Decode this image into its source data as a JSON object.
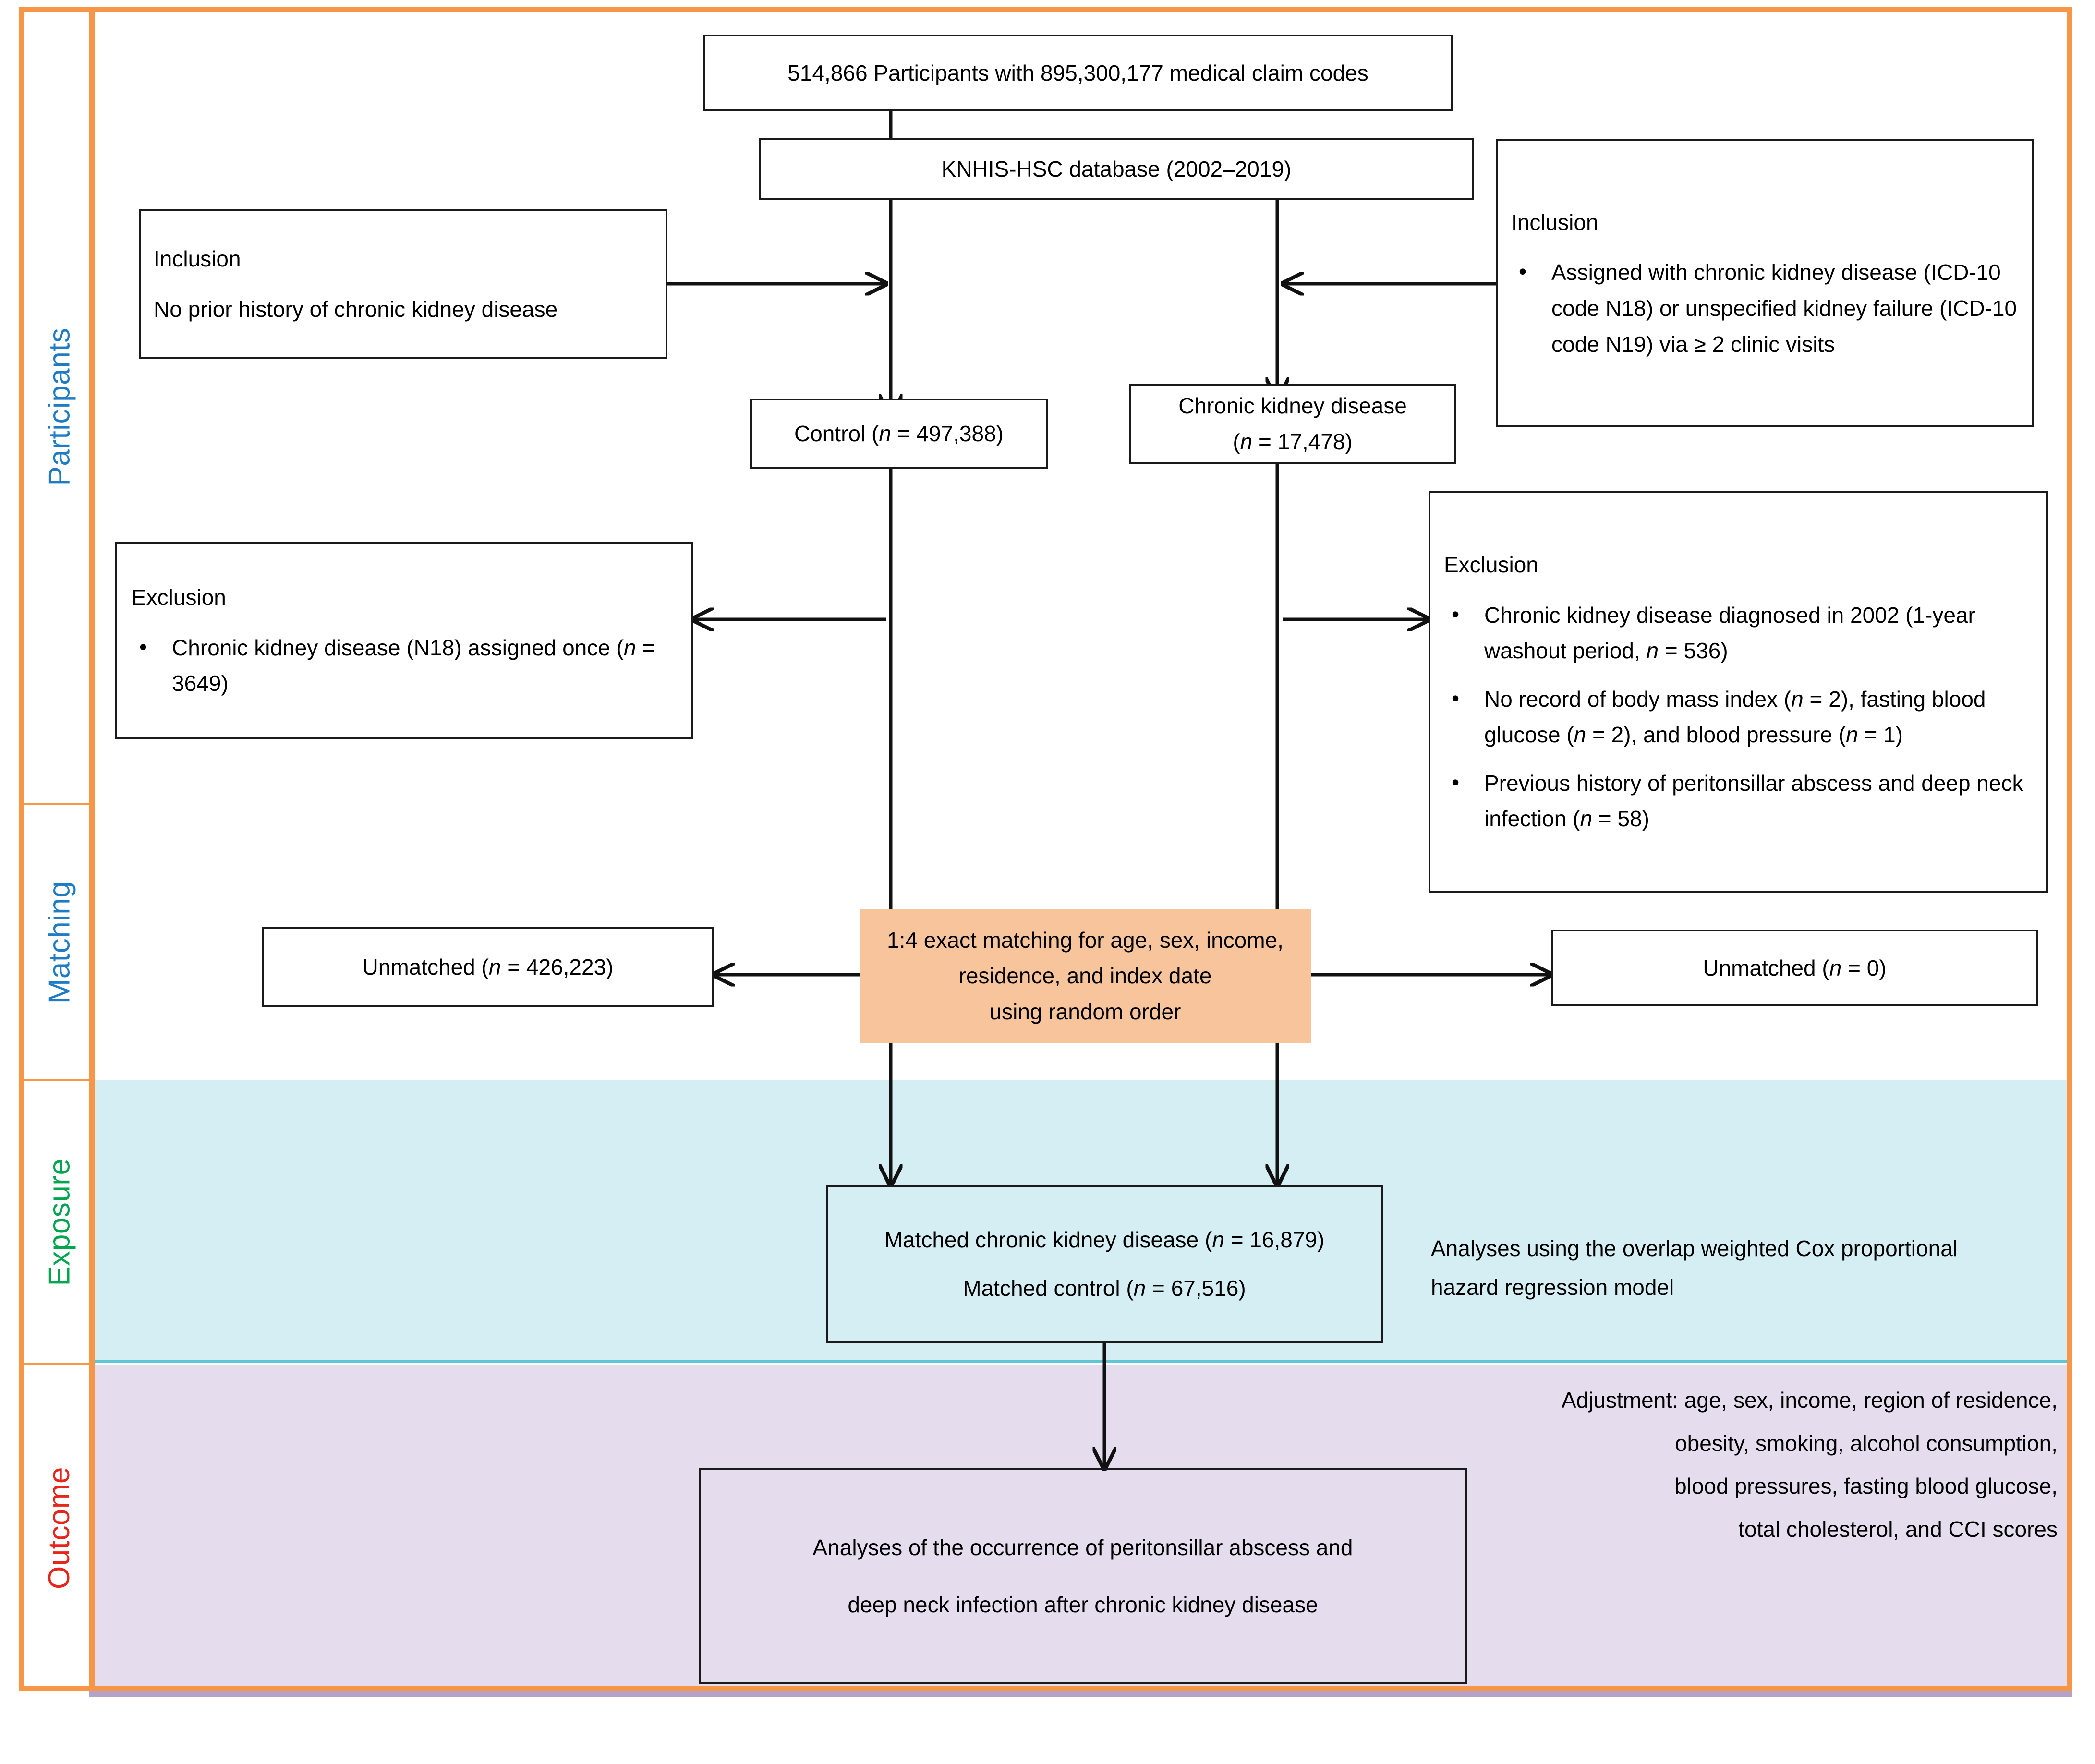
{
  "colors": {
    "frame": "#f79646",
    "exposure_band": "#d4eef3",
    "outcome_band": "#e5dced",
    "match_box": "#f7c49b",
    "rail_participants": "#1f7cc4",
    "rail_matching": "#1f7cc4",
    "rail_exposure": "#00a550",
    "rail_outcome": "#e8251b"
  },
  "rail": {
    "participants": "Participants",
    "matching": "Matching",
    "exposure": "Exposure",
    "outcome": "Outcome"
  },
  "nodes": {
    "source": "514,866 Participants with 895,300,177 medical claim codes",
    "database": "KNHIS-HSC database (2002–2019)",
    "inclusion_left": {
      "header": "Inclusion",
      "body": "No prior history of chronic kidney disease"
    },
    "inclusion_right": {
      "header": "Inclusion",
      "bullets": [
        "Assigned with chronic kidney disease (ICD-10 code N18) or unspecified kidney failure (ICD-10 code N19) via ≥ 2 clinic visits"
      ]
    },
    "control": "Control (n = 497,388)",
    "ckd_line1": "Chronic kidney disease",
    "ckd_line2": "(n = 17,478)",
    "exclusion_left": {
      "header": "Exclusion",
      "bullets": [
        "Chronic kidney disease (N18) assigned once (n = 3649)"
      ]
    },
    "exclusion_right": {
      "header": "Exclusion",
      "bullets": [
        "Chronic kidney disease diagnosed in 2002 (1-year washout period, n = 536)",
        "No record of  body mass index (n = 2), fasting blood glucose  (n = 2), and blood pressure (n  = 1)",
        "Previous history of peritonsillar abscess and deep neck infection (n = 58)"
      ]
    },
    "matching_box_lines": [
      "1:4 exact matching for age, sex, income,",
      "residence, and index date",
      "using random order"
    ],
    "unmatched_left": "Unmatched (n = 426,223)",
    "unmatched_right": "Unmatched (n = 0)",
    "matched_line1": "Matched chronic kidney disease (n = 16,879)",
    "matched_line2": "Matched control (n = 67,516)",
    "analysis_note_lines": [
      "Analyses using the overlap weighted Cox proportional",
      "hazard regression model"
    ],
    "adjustment_lines": [
      "Adjustment:  age, sex, income, region of residence,",
      "obesity, smoking, alcohol consumption,",
      "blood pressures, fasting blood glucose,",
      "total cholesterol, and CCI scores"
    ],
    "outcome_line1": "Analyses of the occurrence of peritonsillar abscess and",
    "outcome_line2": "deep neck infection after chronic kidney disease"
  }
}
